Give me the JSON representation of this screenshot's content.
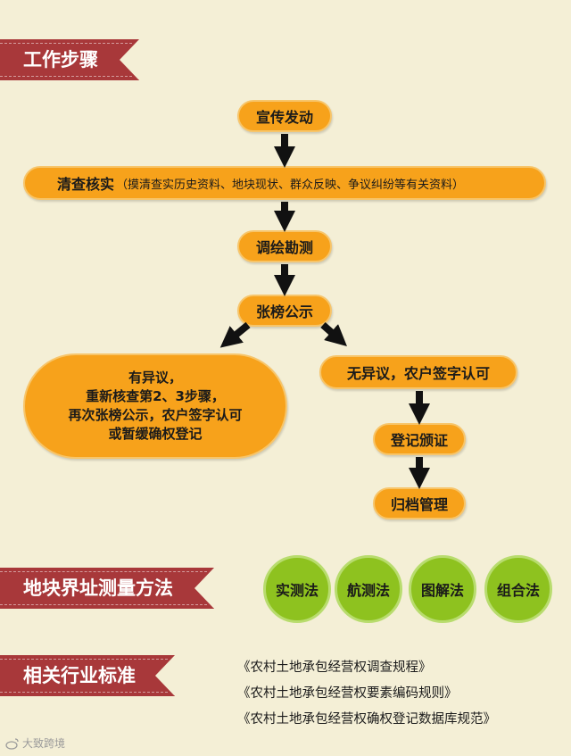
{
  "sections": {
    "steps_title": "工作步骤",
    "methods_title": "地块界址测量方法",
    "standards_title": "相关行业标准"
  },
  "flow": {
    "step1": "宣传发动",
    "step2_main": "清查核实",
    "step2_detail": "（摸清查实历史资料、地块现状、群众反映、争议纠纷等有关资料）",
    "step3": "调绘勘测",
    "step4": "张榜公示",
    "dispute_lines": [
      "有异议，",
      "重新核查第2、3步骤，",
      "再次张榜公示，农户签字认可",
      "或暂缓确权登记"
    ],
    "no_dispute": "无异议，农户签字认可",
    "step_register": "登记颁证",
    "step_archive": "归档管理"
  },
  "methods": [
    "实测法",
    "航测法",
    "图解法",
    "组合法"
  ],
  "standards": [
    "《农村土地承包经营权调查规程》",
    "《农村土地承包经营权要素编码规则》",
    "《农村土地承包经营权确权登记数据库规范》"
  ],
  "watermark": "大致跨境",
  "colors": {
    "background": "#f4efd6",
    "ribbon": "#a8383a",
    "pill": "#f7a21b",
    "circle": "#8ec21f",
    "arrow": "#111111"
  }
}
